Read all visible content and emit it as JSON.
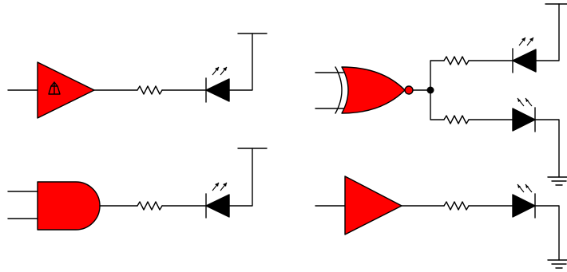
{
  "colors": {
    "gate_fill": "#ff0000",
    "line": "#000000",
    "background": "#ffffff",
    "led": "#000000"
  },
  "circuits": [
    {
      "id": "buffer-schmitt-to-led-pullup",
      "gate": "schmitt-buffer-icon",
      "output": "led-to-vcc"
    },
    {
      "id": "and-to-led-pullup",
      "gate": "and-gate-icon",
      "output": "led-to-vcc"
    },
    {
      "id": "xnor-to-two-leds",
      "gate": "xnor-gate-icon",
      "output": "led-to-vcc-and-led-to-ground"
    },
    {
      "id": "buffer-to-led-ground",
      "gate": "buffer-gate-icon",
      "output": "led-to-ground"
    }
  ],
  "icons": [
    "resistor-icon",
    "led-icon",
    "vcc-rail-icon",
    "ground-icon",
    "junction-dot-icon",
    "inversion-bubble-icon",
    "schmitt-hysteresis-icon"
  ]
}
